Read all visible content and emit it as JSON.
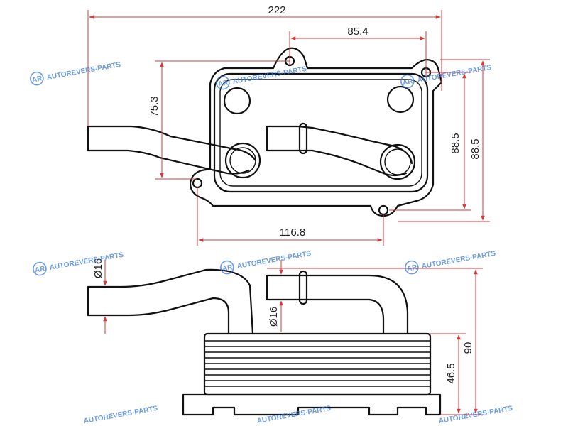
{
  "watermark": {
    "text": "AUTOREVERS-PARTS",
    "logo": "AR",
    "color": "#3a7bd5"
  },
  "dimension_color": "#d43a3a",
  "top_view": {
    "dimensions": {
      "overall_width": "222",
      "hole_spacing": "85.4",
      "left_height": "75.3",
      "inner_height": "88.5",
      "outer_height": "88.5",
      "bottom_width": "116.8"
    }
  },
  "side_view": {
    "dimensions": {
      "left_pipe_diameter": "Ø16",
      "right_pipe_diameter": "Ø16",
      "total_height": "90",
      "stack_height": "46.5"
    }
  }
}
